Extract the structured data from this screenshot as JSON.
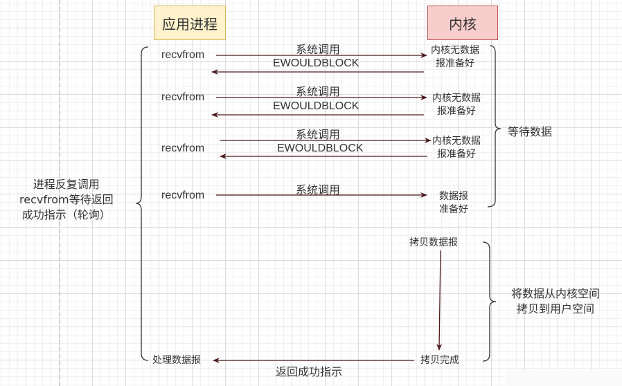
{
  "diagram": {
    "title_boxes": {
      "app_process": "应用进程",
      "kernel": "内核"
    },
    "colors": {
      "app_fill": "#fff2cc",
      "app_border": "#d6b656",
      "kernel_fill": "#f8cecc",
      "kernel_border": "#b85450",
      "arrow": "#4d1a1a",
      "brace": "#333333"
    },
    "rounds": [
      {
        "app_call": "recvfrom",
        "request_label": "系统调用",
        "response_label": "EWOULDBLOCK",
        "kernel_state_line1": "内核无数据",
        "kernel_state_line2": "报准备好"
      },
      {
        "app_call": "recvfrom",
        "request_label": "系统调用",
        "response_label": "EWOULDBLOCK",
        "kernel_state_line1": "内核无数据",
        "kernel_state_line2": "报准备好"
      },
      {
        "app_call": "recvfrom",
        "request_label": "系统调用",
        "response_label": "EWOULDBLOCK",
        "kernel_state_line1": "内核无数据",
        "kernel_state_line2": "报准备好"
      },
      {
        "app_call": "recvfrom",
        "request_label": "系统调用",
        "kernel_state_line1": "数据报",
        "kernel_state_line2": "准备好"
      }
    ],
    "copy_start": "拷贝数据报",
    "copy_done": "拷贝完成",
    "process_datagram": "处理数据报",
    "return_success": "返回成功指示",
    "left_annotation": {
      "line1": "进程反复调用",
      "line2": "recvfrom等待返回",
      "line3": "成功指示（轮询）"
    },
    "wait_annotation": "等待数据",
    "copy_annotation": {
      "line1": "将数据从内核空间",
      "line2": "拷贝到用户空间"
    }
  }
}
